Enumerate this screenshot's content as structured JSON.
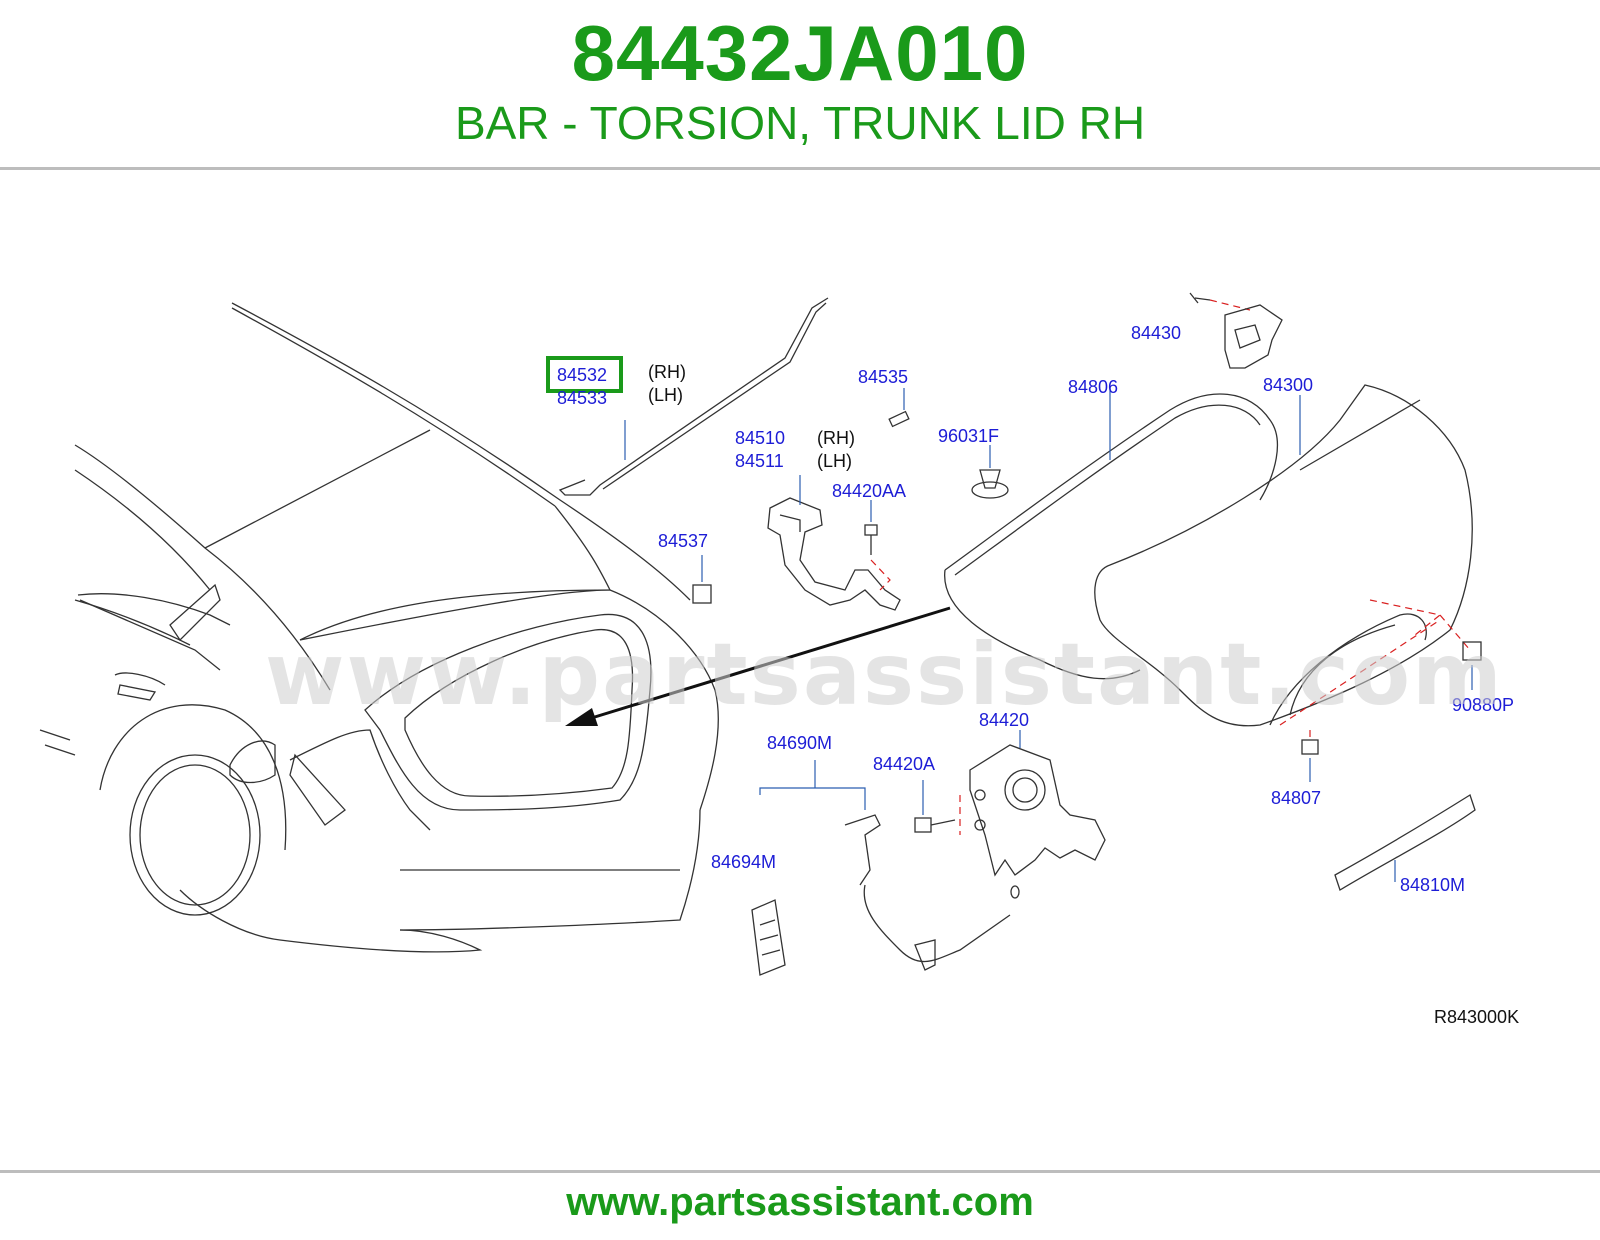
{
  "header": {
    "part_number": "84432JA010",
    "part_name": "BAR - TORSION, TRUNK LID RH"
  },
  "watermark": "www.partsassistant.com",
  "footer": {
    "url": "www.partsassistant.com"
  },
  "diagram": {
    "reference_code": "R843000K",
    "highlight_color": "#1a9a1a",
    "label_color": "#1d1dd6",
    "labels": {
      "p84532": "84532",
      "p84533": "84533",
      "p84532_side": "(RH)",
      "p84533_side": "(LH)",
      "p84535": "84535",
      "p84510": "84510",
      "p84511": "84511",
      "p84510_side": "(RH)",
      "p84511_side": "(LH)",
      "p96031F": "96031F",
      "p84420AA": "84420AA",
      "p84537": "84537",
      "p84430": "84430",
      "p84806": "84806",
      "p84300": "84300",
      "p90880P": "90880P",
      "p84420": "84420",
      "p84690M": "84690M",
      "p84420A": "84420A",
      "p84807": "84807",
      "p84694M": "84694M",
      "p84810M": "84810M"
    }
  }
}
